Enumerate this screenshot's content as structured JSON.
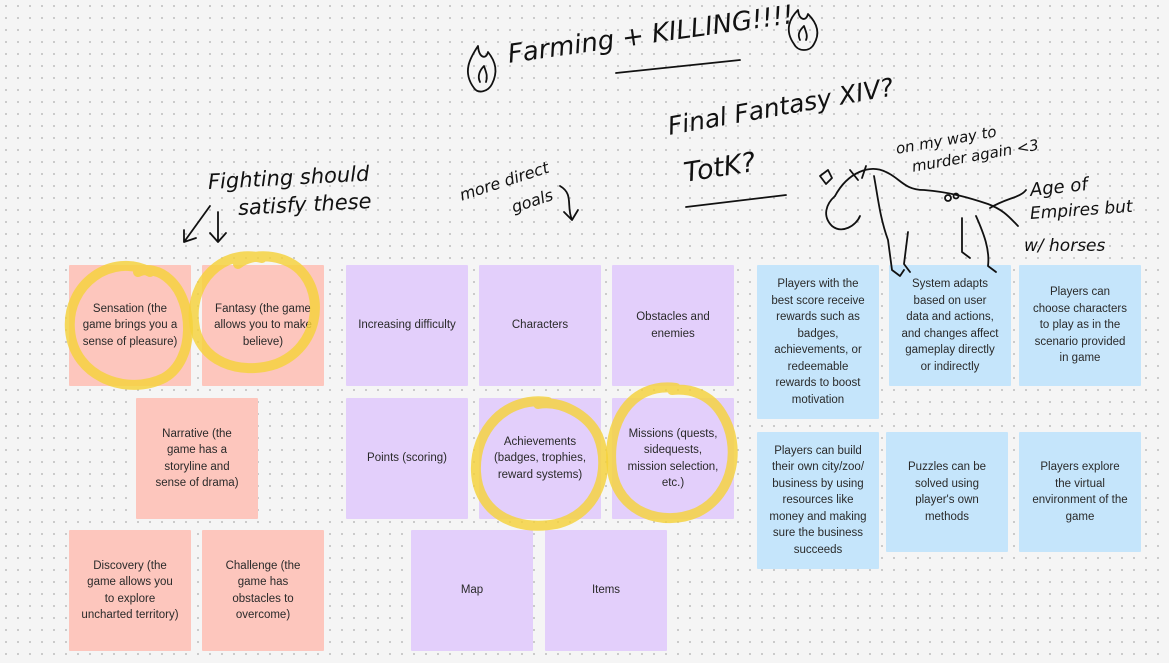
{
  "colors": {
    "pink_sticky": "#fdc6bd",
    "purple_sticky": "#e3cffb",
    "blue_sticky": "#c5e5fb",
    "highlighter": "#f5d23a",
    "ink": "#111111",
    "canvas": "#f5f5f5"
  },
  "annotations": {
    "title": "Farming + KILLING!!!!",
    "final_fantasy": "Final Fantasy XIV?",
    "totk": "TotK?",
    "murder": [
      "on my way to",
      "murder again <3"
    ],
    "age_of_empires": [
      "Age of",
      "Empires but",
      "w/ horses"
    ],
    "fighting": [
      "Fighting should",
      "satisfy these"
    ],
    "direct_goals": [
      "more direct",
      "goals"
    ]
  },
  "stickies": {
    "sensation": "Sensation (the game brings you a sense of pleasure)",
    "fantasy": "Fantasy (the game allows you to make believe)",
    "narrative": "Narrative (the game has a storyline and sense of drama)",
    "discovery": "Discovery (the game allows you to explore uncharted territory)",
    "challenge": "Challenge (the game has obstacles to overcome)",
    "increasing_difficulty": "Increasing difficulty",
    "characters": "Characters",
    "obstacles": "Obstacles and enemies",
    "points": "Points (scoring)",
    "achievements": "Achievements (badges, trophies, reward systems)",
    "missions": "Missions (quests, sidequests, mission selection, etc.)",
    "map": "Map",
    "items": "Items",
    "players_best_score": "Players with the best score receive rewards such as badges, achievements, or redeemable rewards to boost motivation",
    "system_adapts": "System adapts based on user data and actions, and changes affect gameplay directly or indirectly",
    "choose_characters": "Players can choose characters to play as in the scenario provided in game",
    "build_city": "Players can build their own city/zoo/ business by using resources like money and making sure the  business succeeds",
    "puzzles": "Puzzles can be solved using player's own methods",
    "explore": "Players explore the virtual environment of the game"
  }
}
